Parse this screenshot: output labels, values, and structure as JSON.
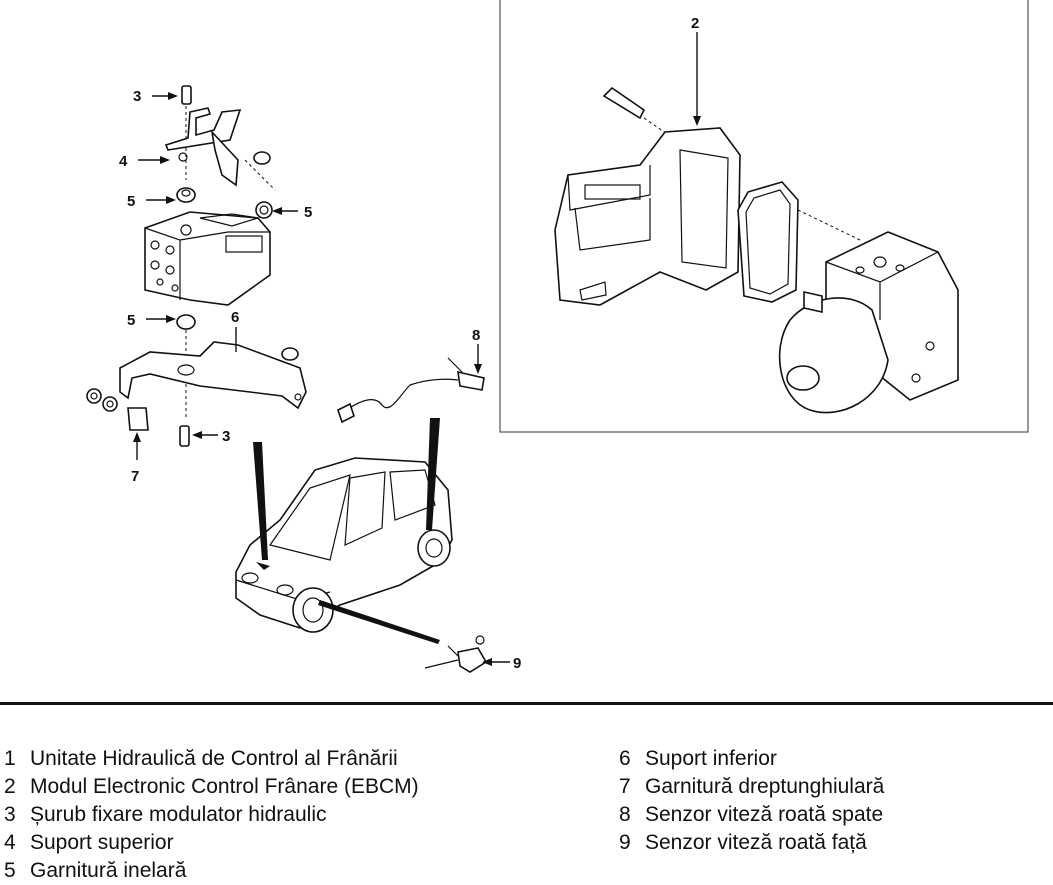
{
  "callouts": {
    "c2": "2",
    "c3_top": "3",
    "c4": "4",
    "c5_left_top": "5",
    "c5_right": "5",
    "c5_left_bottom": "5",
    "c6": "6",
    "c3_bottom": "3",
    "c7": "7",
    "c8": "8",
    "c9": "9"
  },
  "legend": {
    "left": [
      {
        "num": "1",
        "text": "Unitate Hidraulică de Control al Frânării"
      },
      {
        "num": "2",
        "text": "Modul Electronic Control Frânare (EBCM)"
      },
      {
        "num": "3",
        "text": "Șurub fixare modulator hidraulic"
      },
      {
        "num": "4",
        "text": "Suport superior"
      },
      {
        "num": "5",
        "text": "Garnitură inelară"
      }
    ],
    "right": [
      {
        "num": "6",
        "text": "Suport inferior"
      },
      {
        "num": "7",
        "text": "Garnitură dreptunghiulară"
      },
      {
        "num": "8",
        "text": "Senzor viteză roată spate"
      },
      {
        "num": "9",
        "text": "Senzor viteză roată față"
      }
    ]
  }
}
